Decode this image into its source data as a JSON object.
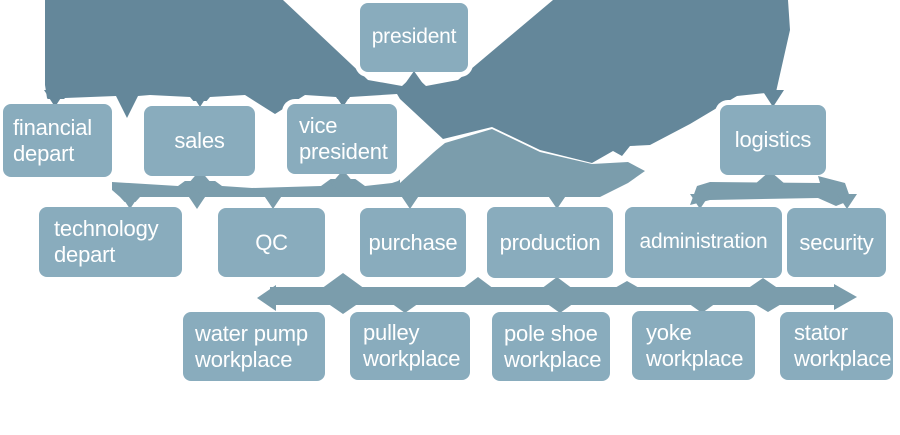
{
  "diagram": {
    "type": "org-chart",
    "colors": {
      "box": "#89acbd",
      "connector_dark": "#64879a",
      "connector_mid": "#7b9dac",
      "halo": "#ffffff",
      "text": "#ffffff",
      "background": "#ffffff"
    },
    "levels": [
      {
        "level": 1,
        "members": [
          "president"
        ]
      },
      {
        "level": 2,
        "members": [
          "financial depart",
          "sales",
          "vice president",
          "logistics"
        ]
      },
      {
        "level": 3,
        "members": [
          "technology depart",
          "QC",
          "purchase",
          "production",
          "administration",
          "security"
        ]
      },
      {
        "level": 4,
        "members": [
          "water pump workplace",
          "pulley workplace",
          "pole shoe workplace",
          "yoke workplace",
          "stator workplace"
        ]
      }
    ],
    "nodes": [
      {
        "id": "president",
        "label": "president",
        "level": 1
      },
      {
        "id": "financial-depart",
        "label": "financial\ndepart",
        "level": 2
      },
      {
        "id": "sales",
        "label": "sales",
        "level": 2
      },
      {
        "id": "vice-president",
        "label": "vice\npresident",
        "level": 2
      },
      {
        "id": "logistics",
        "label": "logistics",
        "level": 2
      },
      {
        "id": "technology-depart",
        "label": "technology\ndepart",
        "level": 3
      },
      {
        "id": "qc",
        "label": "QC",
        "level": 3
      },
      {
        "id": "purchase",
        "label": "purchase",
        "level": 3
      },
      {
        "id": "production",
        "label": "production",
        "level": 3
      },
      {
        "id": "administration",
        "label": "administration",
        "level": 3
      },
      {
        "id": "security",
        "label": "security",
        "level": 3
      },
      {
        "id": "water-pump-workplace",
        "label": "water pump\nworkplace",
        "level": 4
      },
      {
        "id": "pulley-workplace",
        "label": "pulley\nworkplace",
        "level": 4
      },
      {
        "id": "pole-shoe-workplace",
        "label": "pole shoe\nworkplace",
        "level": 4
      },
      {
        "id": "yoke-workplace",
        "label": "yoke\nworkplace",
        "level": 4
      },
      {
        "id": "stator-workplace",
        "label": "stator\nworkplace",
        "level": 4
      }
    ]
  }
}
